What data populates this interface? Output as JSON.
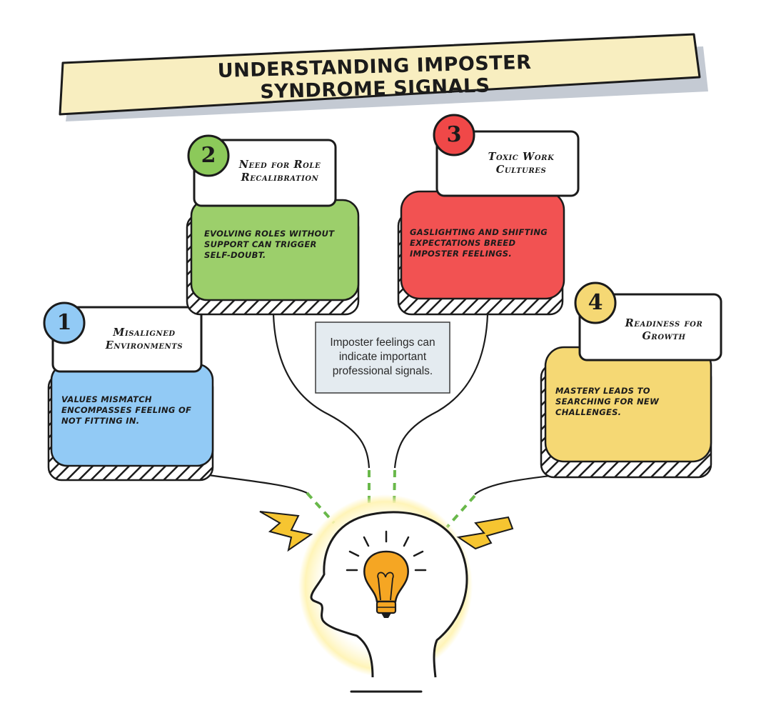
{
  "banner": {
    "title": "UNDERSTANDING IMPOSTER SYNDROME SIGNALS"
  },
  "center_note": "Imposter feelings can indicate important professional signals.",
  "cards": [
    {
      "number": "1",
      "title": "Misaligned Environments",
      "body": "Values mismatch encompasses feeling of not fitting in.",
      "color": "#92caf5",
      "badge_color": "#92caf5"
    },
    {
      "number": "2",
      "title": "Need for Role Recalibration",
      "body": "Evolving roles without support can trigger self-doubt.",
      "color": "#9ccf6b",
      "badge_color": "#8cc95a"
    },
    {
      "number": "3",
      "title": "Toxic Work Cultures",
      "body": "Gaslighting and shifting expectations breed imposter feelings.",
      "color": "#f25252",
      "badge_color": "#f04848"
    },
    {
      "number": "4",
      "title": "Readiness for Growth",
      "body": "Mastery leads to searching for new challenges.",
      "color": "#f5d874",
      "badge_color": "#f5d874"
    }
  ],
  "colors": {
    "banner_fill": "#f8eec0",
    "banner_shadow": "#c4cad3",
    "note_fill": "#e4ebf0",
    "bulb": "#f5a623",
    "bolt": "#f6c531",
    "dash": "#69b84a"
  },
  "icons": [
    "head-silhouette-icon",
    "lightbulb-icon",
    "lightning-bolt-icon"
  ]
}
